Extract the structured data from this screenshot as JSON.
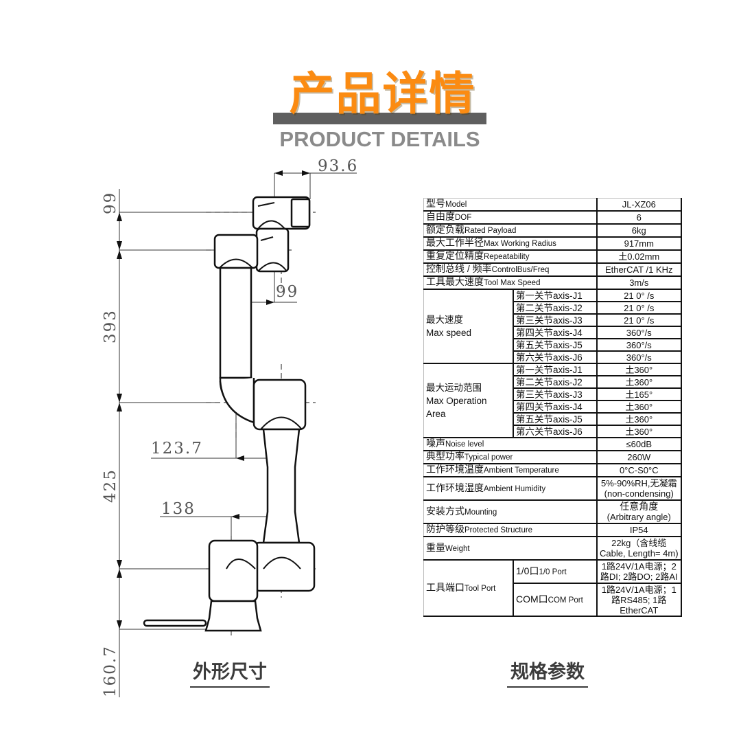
{
  "header": {
    "title_cn": "产品详情",
    "title_en": "PRODUCT DETAILS",
    "accent_color": "#fb8b12",
    "bar_color": "#5f5f5f"
  },
  "drawing": {
    "caption": "外形尺寸",
    "dimensions": {
      "top_offset": "93.6",
      "wrist_height": "99",
      "forearm_length": "393",
      "forearm_offset": "99",
      "elbow_offset": "123.7",
      "upper_arm_length": "425",
      "base_offset": "138",
      "base_height": "160.7"
    }
  },
  "specs": {
    "caption": "规格参数",
    "rows": [
      {
        "label_cn": "型号",
        "label_en": "Model",
        "value": "JL-XZ06"
      },
      {
        "label_cn": "自由度",
        "label_en": "DOF",
        "value": "6"
      },
      {
        "label_cn": "额定负载",
        "label_en": "Rated  Payload",
        "value": "6kg"
      },
      {
        "label_cn": "最大工作半径",
        "label_en": "Max Working  Radius",
        "value": "917mm"
      },
      {
        "label_cn": "重复定位精度",
        "label_en": "Repeatability",
        "value": "土0.02mm"
      },
      {
        "label_cn": "控制总线 / 频率",
        "label_en": "ControlBus/Freq",
        "value": "EtherCAT /1 KHz"
      },
      {
        "label_cn": "工具最大速度",
        "label_en": "Tool Max Speed",
        "value": "3m/s"
      }
    ],
    "max_speed": {
      "label_cn": "最大速度",
      "label_en": "Max speed",
      "axes": [
        {
          "axis": "第一关节axis-J1",
          "value": "21 0° /s"
        },
        {
          "axis": "第二关节axis-J2",
          "value": "21 0° /s"
        },
        {
          "axis": "第三关节axis-J3",
          "value": "21 0° /s"
        },
        {
          "axis": "第四关节axis-J4",
          "value": "360°/s"
        },
        {
          "axis": "第五关节axis-J5",
          "value": "360°/s"
        },
        {
          "axis": "第六关节axis-J6",
          "value": "360°/s"
        }
      ]
    },
    "max_area": {
      "label_cn": "最大运动范围",
      "label_en_1": "Max Operation",
      "label_en_2": "Area",
      "axes": [
        {
          "axis": "第一关节axis-J1",
          "value": "土360°"
        },
        {
          "axis": "第二关节axis-J2",
          "value": "土360°"
        },
        {
          "axis": "第三关节axis-J3",
          "value": "土165°"
        },
        {
          "axis": "第四关节axis-J4",
          "value": "土360°"
        },
        {
          "axis": "第五关节axis-J5",
          "value": "土360°"
        },
        {
          "axis": "第六关节axis-J6",
          "value": "土360°"
        }
      ]
    },
    "rows2": [
      {
        "label_cn": "噪声",
        "label_en": "Noise level",
        "value": "≤60dB"
      },
      {
        "label_cn": "典型功率",
        "label_en": "Typical power",
        "value": "260W"
      },
      {
        "label_cn": "工作环境温度",
        "label_en": "Ambient Temperature",
        "value": "0°C-S0°C"
      }
    ],
    "humidity": {
      "label_cn": "工作环境湿度",
      "label_en": "Ambient Humidity",
      "value_1": "5%-90%RH,无凝霜",
      "value_2": "(non-condensing)"
    },
    "mounting": {
      "label_cn": "安装方式",
      "label_en": "Mounting",
      "value_1": "任意角度",
      "value_2": "(Arbitrary angle)"
    },
    "protection": {
      "label_cn": "防护等级",
      "label_en": "Protected  Structure",
      "value": "IP54"
    },
    "weight": {
      "label_cn": "重量",
      "label_en": "Weight",
      "value_1": "22kg（含线缆",
      "value_2": "Cable, Length= 4m)"
    },
    "tool_port": {
      "label_cn": "工具端口",
      "label_en": "Tool Port",
      "io": {
        "label_cn": "1/0口",
        "label_en": "1/0 Port",
        "value_1": "1路24V/1A电源；2",
        "value_2": "路DI; 2路DO;  2路AI"
      },
      "com": {
        "label_cn": "COM口",
        "label_en": "COM Port",
        "value_1": "1路24V/1A电源；1",
        "value_2": "路RS485;  1路",
        "value_3": "EtherCAT"
      }
    }
  }
}
